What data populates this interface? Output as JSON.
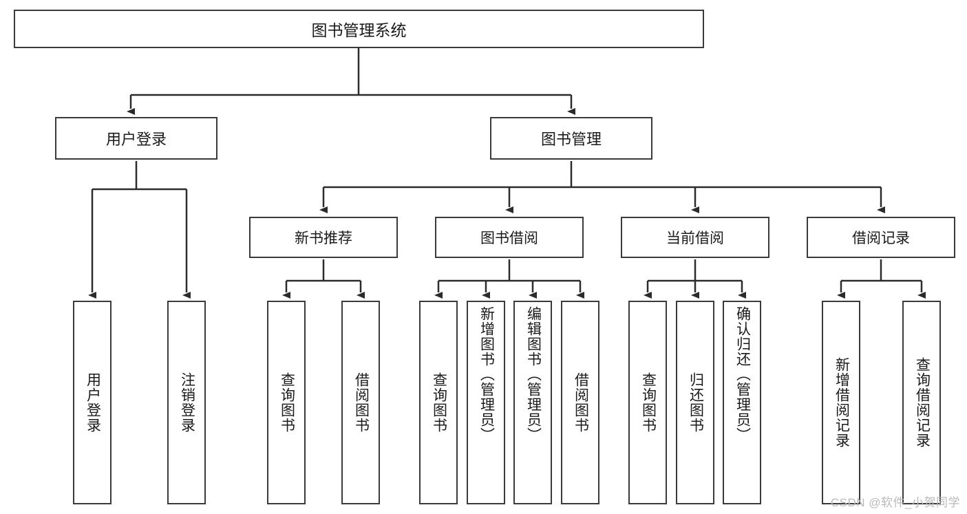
{
  "diagram": {
    "title": "图书管理系统",
    "watermark": "CSDN @软件_小贺同学",
    "colors": {
      "box_border": "#3a3a3a",
      "box_fill": "#ffffff",
      "connector": "#2b2b2b",
      "text": "#1a1a1a",
      "watermark": "#b9b9b9"
    },
    "root": {
      "label": "图书管理系统"
    },
    "level2": [
      {
        "label": "用户登录"
      },
      {
        "label": "图书管理"
      }
    ],
    "level3": [
      {
        "label": "新书推荐"
      },
      {
        "label": "图书借阅"
      },
      {
        "label": "当前借阅"
      },
      {
        "label": "借阅记录"
      }
    ],
    "leaves": {
      "user_login": [
        {
          "label": "用户登录"
        },
        {
          "label": "注销登录"
        }
      ],
      "new_book_recommend": [
        {
          "label": "查询图书"
        },
        {
          "label": "借阅图书"
        }
      ],
      "book_borrow": [
        {
          "label": "查询图书"
        },
        {
          "label": "新增图书（管理员）"
        },
        {
          "label": "编辑图书（管理员）"
        },
        {
          "label": "借阅图书"
        }
      ],
      "current_borrow": [
        {
          "label": "查询图书"
        },
        {
          "label": "归还图书"
        },
        {
          "label": "确认归还（管理员）"
        }
      ],
      "borrow_record": [
        {
          "label": "新增借阅记录"
        },
        {
          "label": "查询借阅记录"
        }
      ]
    }
  }
}
